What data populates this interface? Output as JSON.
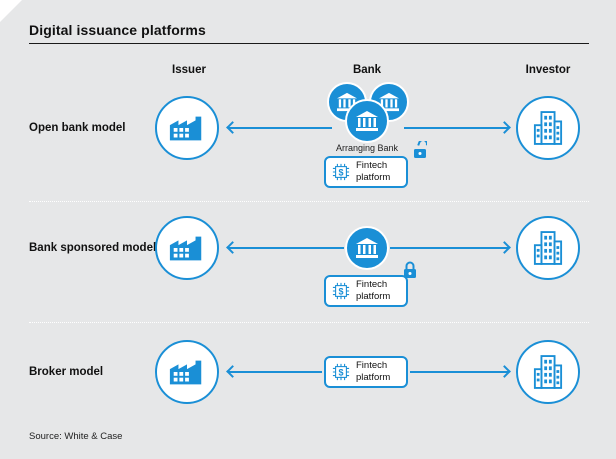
{
  "title": "Digital issuance platforms",
  "columns": {
    "issuer": "Issuer",
    "bank": "Bank",
    "investor": "Investor"
  },
  "rows": [
    {
      "label": "Open bank model",
      "bank_caption": "Arranging Bank",
      "fintech_label": "Fintech\nplatform"
    },
    {
      "label": "Bank sponsored model",
      "fintech_label": "Fintech\nplatform"
    },
    {
      "label": "Broker model",
      "fintech_label": "Fintech\nplatform"
    }
  ],
  "source": "Source: White & Case",
  "colors": {
    "accent": "#1a8fd6",
    "background": "#e6e7e8"
  },
  "icons": {
    "issuer": "factory-icon",
    "investor": "building-icon",
    "bank": "bank-icon",
    "fintech": "chip-dollar-icon",
    "open": "lock-open-icon",
    "closed": "lock-closed-icon"
  }
}
